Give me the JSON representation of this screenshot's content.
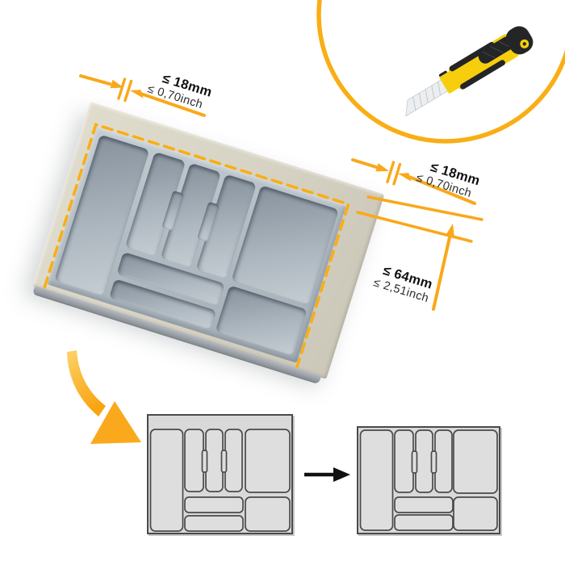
{
  "illustration_type": "cut-to-size cutlery tray instructions",
  "dimensions": {
    "top": {
      "mm": "≤ 18mm",
      "inch": "≤ 0,70inch"
    },
    "right": {
      "mm": "≤ 18mm",
      "inch": "≤ 0,70inch"
    },
    "depth": {
      "mm": "≤ 64mm",
      "inch": "≤ 2,51inch"
    }
  },
  "colors": {
    "accent_yellow": "#F9A81B",
    "dash_yellow": "#F9AE14",
    "knife_yellow": "#F6CE0D",
    "knife_black": "#232527",
    "margin_beige": "#D7D3C4",
    "tray_gray": "#AEB8C0",
    "schematic_fill": "#DCDCDC",
    "schematic_stroke": "#4A4A4A",
    "label_text": "#101010"
  },
  "icons": {
    "utility_knife": "utility-knife-icon",
    "cut_badge_circle": "cut-badge-circle",
    "curved_arrow": "curved-arrow-down-icon",
    "transform_arrow": "arrow-right-icon"
  }
}
